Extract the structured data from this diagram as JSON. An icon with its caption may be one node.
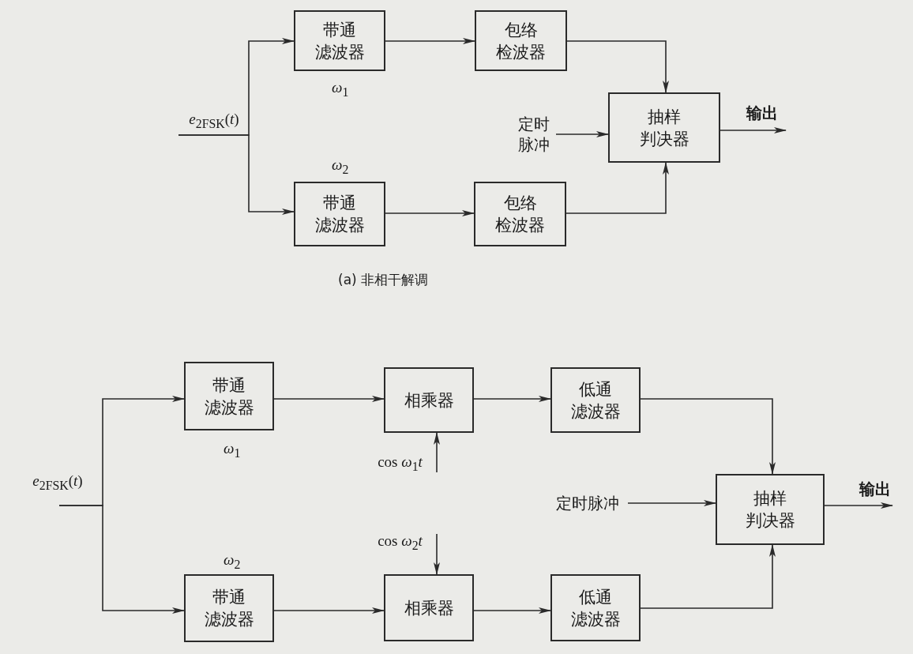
{
  "diagram": {
    "nodes": [
      {
        "text": [
          "带通滤波器"
        ],
        "beside": [
          "*ω*$_{1}$"
        ]
      },
      {
        "text": [
          "包络检波器"
        ]
      },
      {
        "text": [
          "带通滤波器"
        ],
        "beside": [
          "*ω*$_{2}$"
        ]
      },
      {
        "text": [
          "包络检波器"
        ]
      },
      {
        "text": [
          "抽样判决器"
        ]
      },
      {
        "text": [
          "*e*$_{2FSK}$(*t*)"
        ]
      },
      {
        "text": [
          "定时脉冲"
        ]
      },
      {
        "text": [
          "带通滤波器"
        ],
        "beside": [
          "*ω*$_{1}$"
        ]
      },
      {
        "text": [
          "相乘器"
        ]
      },
      {
        "text": [
          "低通滤波器"
        ]
      },
      {
        "text": [
          "带通滤波器"
        ],
        "beside": [
          "*ω*$_{2}$"
        ]
      },
      {
        "text": [
          "相乘器"
        ]
      },
      {
        "text": [
          "低通滤波器"
        ]
      },
      {
        "text": [
          "抽样判决器"
        ]
      },
      {
        "text": [
          "*e*$_{2FSK}$(*t*)"
        ]
      },
      {
        "text": [
          "定时脉冲"
        ]
      },
      {
        "text": [
          "cos *ω*$_{1}$*t*"
        ]
      },
      {
        "text": [
          "cos *ω*$_{2}$*t*"
        ]
      }
    ],
    "edges": [
      {
        "from": 5,
        "to": 0,
        "arrow": "to"
      },
      {
        "from": 5,
        "to": 2,
        "arrow": "to"
      },
      {
        "from": 0,
        "to": 1,
        "arrow": "to"
      },
      {
        "from": 2,
        "to": 3,
        "arrow": "to"
      },
      {
        "from": 1,
        "to": 4,
        "arrow": "to"
      },
      {
        "from": 3,
        "to": 4,
        "arrow": "to"
      },
      {
        "from": 6,
        "to": 4,
        "arrow": "to"
      },
      {
        "from": 4,
        "to": null,
        "arrow": "to",
        "label": "输出"
      },
      {
        "from": 14,
        "to": 7,
        "arrow": "to"
      },
      {
        "from": 14,
        "to": 10,
        "arrow": "to"
      },
      {
        "from": 7,
        "to": 8,
        "arrow": "to"
      },
      {
        "from": 8,
        "to": 9,
        "arrow": "to"
      },
      {
        "from": 10,
        "to": 11,
        "arrow": "to"
      },
      {
        "from": 11,
        "to": 12,
        "arrow": "to"
      },
      {
        "from": 9,
        "to": 13,
        "arrow": "to"
      },
      {
        "from": 12,
        "to": 13,
        "arrow": "to"
      },
      {
        "from": 15,
        "to": 13,
        "arrow": "to"
      },
      {
        "from": 16,
        "to": 8,
        "arrow": "to"
      },
      {
        "from": 17,
        "to": 11,
        "arrow": "to"
      },
      {
        "from": 13,
        "to": null,
        "arrow": "to",
        "label": "输出"
      }
    ],
    "labels": [
      "(a) 非相干解调"
    ]
  }
}
